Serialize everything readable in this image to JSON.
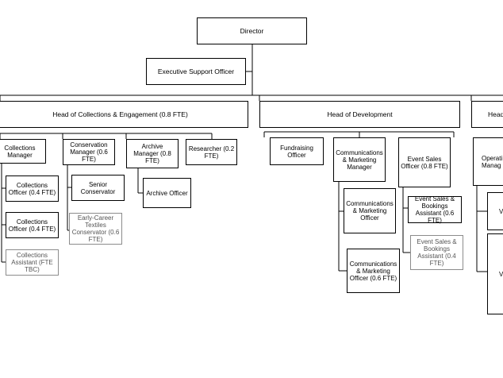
{
  "org": {
    "director": "Director",
    "exec_support": "Executive Support Officer",
    "head_collections": "Head of Collections & Engagement (0.8 FTE)",
    "head_development": "Head of Development",
    "head_operations_partial": "Head",
    "collections_manager": "Collections Manager",
    "collections_officer_1": "Collections Officer (0.4 FTE)",
    "collections_officer_2": "Collections Officer (0.4 FTE)",
    "collections_assistant": "Collections Assistant (FTE TBC)",
    "conservation_manager": "Conservation Manager (0.6 FTE)",
    "senior_conservator": "Senior Conservator",
    "early_career_conservator": "Early-Career Textiles Conservator (0.6 FTE)",
    "archive_manager": "Archive Manager (0.8 FTE)",
    "archive_officer": "Archive Officer",
    "researcher": "Researcher (0.2 FTE)",
    "fundraising_officer": "Fundraising Officer",
    "comms_marketing_manager": "Communications & Marketing Manager",
    "comms_marketing_officer_1": "Communications & Marketing Officer",
    "comms_marketing_officer_2": "Communications & Marketing Officer (0.6 FTE)",
    "event_sales_officer": "Event Sales Officer (0.8 FTE)",
    "event_sales_assistant_1": "Event Sales & Bookings Assistant (0.6 FTE)",
    "event_sales_assistant_2": "Event Sales & Bookings Assistant (0.4 FTE)",
    "operations_manager_partial": "Operati Manag",
    "ops_child_1_partial": "V",
    "ops_child_2_partial": "V"
  }
}
